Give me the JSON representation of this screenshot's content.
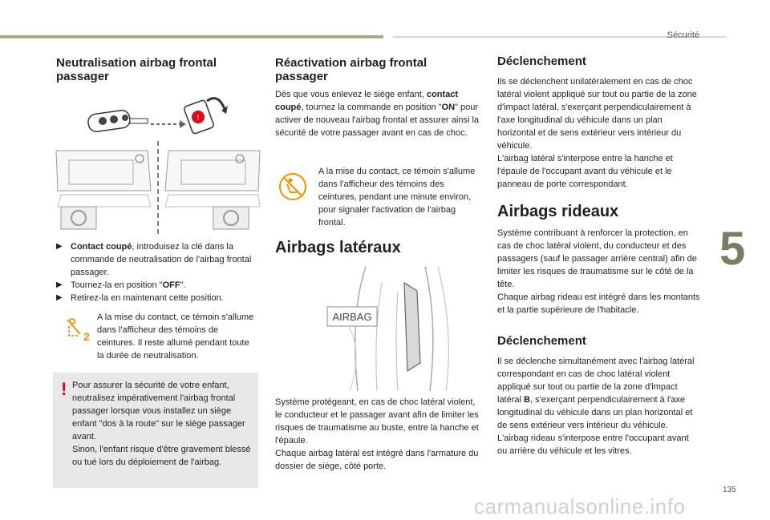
{
  "header": {
    "section": "Sécurité",
    "chapter": "5"
  },
  "page_number": "135",
  "watermark": "carmanualsonline.info",
  "col1": {
    "title": "Neutralisation airbag frontal passager",
    "steps": [
      {
        "bold": "Contact coupé",
        "text": ", introduisez la clé dans la commande de neutralisation de l'airbag frontal passager."
      },
      {
        "pre": "Tournez-la en position \"",
        "bold": "OFF",
        "post": "\"."
      },
      {
        "text": "Retirez-la en maintenant cette position."
      }
    ],
    "note": "A la mise du contact, ce témoin s'allume dans l'afficheur des témoins de ceintures. Il reste allumé pendant toute la durée de neutralisation.",
    "warning": "Pour assurer la sécurité de votre enfant, neutralisez impérativement l'airbag frontal passager lorsque vous installez un siège enfant \"dos à la route\" sur le siège passager avant.\nSinon, l'enfant risque d'être gravement blessé ou tué lors du déploiement de l'airbag."
  },
  "col2": {
    "title": "Réactivation airbag frontal passager",
    "para_pre": "Dès que vous enlevez le siège enfant, ",
    "para_bold1": "contact coupé",
    "para_mid": ", tournez la commande en position \"",
    "para_bold2": "ON",
    "para_post": "\" pour activer de nouveau l'airbag frontal et assurer ainsi la sécurité de votre passager avant en cas de choc.",
    "note": "A la mise du contact, ce témoin s'allume dans l'afficheur des témoins des ceintures, pendant une minute environ, pour signaler l'activation de l'airbag frontal.",
    "lateral_title": "Airbags latéraux",
    "airbag_label": "AIRBAG",
    "lateral_text": "Système protégeant, en cas de choc latéral violent, le conducteur et le passager avant afin de limiter les risques de traumatisme au buste, entre la hanche et l'épaule.\nChaque airbag latéral est intégré dans l'armature du dossier de siège, côté porte."
  },
  "col3": {
    "trigger_title": "Déclenchement",
    "trigger_text": "Ils se déclenchent unilatéralement en cas de choc latéral violent appliqué sur tout ou partie de la zone d'impact latéral, s'exerçant perpendiculairement à l'axe longitudinal du véhicule dans un plan horizontal et de sens extérieur vers intérieur du véhicule.\nL'airbag latéral s'interpose entre la hanche et l'épaule de l'occupant avant du véhicule et le panneau de porte correspondant.",
    "curtain_title": "Airbags rideaux",
    "curtain_text": "Système contribuant à renforcer la protection, en cas de choc latéral violent, du conducteur et des passagers (sauf le passager arrière central) afin de limiter les risques de traumatisme sur le côté de la tête.\nChaque airbag rideau est intégré dans les montants et la partie supérieure de l'habitacle.",
    "trigger2_title": "Déclenchement",
    "trigger2_pre": "Il se déclenche simultanément avec l'airbag latéral correspondant en cas de choc latéral violent appliqué sur tout ou partie de la zone d'impact latéral ",
    "trigger2_bold": "B",
    "trigger2_post": ", s'exerçant perpendiculairement à l'axe longitudinal du véhicule dans un plan horizontal et de sens extérieur vers intérieur du véhicule.\nL'airbag rideau s'interpose entre l'occupant avant ou arrière du véhicule et les vitres."
  },
  "colors": {
    "accent": "#a7ad86",
    "warning": "#e30613",
    "icon_orange": "#f39200",
    "box_bg": "#e8e8e8"
  },
  "icons": [
    "airbag-off-warning-icon",
    "airbag-on-warning-icon",
    "warning-exclamation-icon"
  ]
}
